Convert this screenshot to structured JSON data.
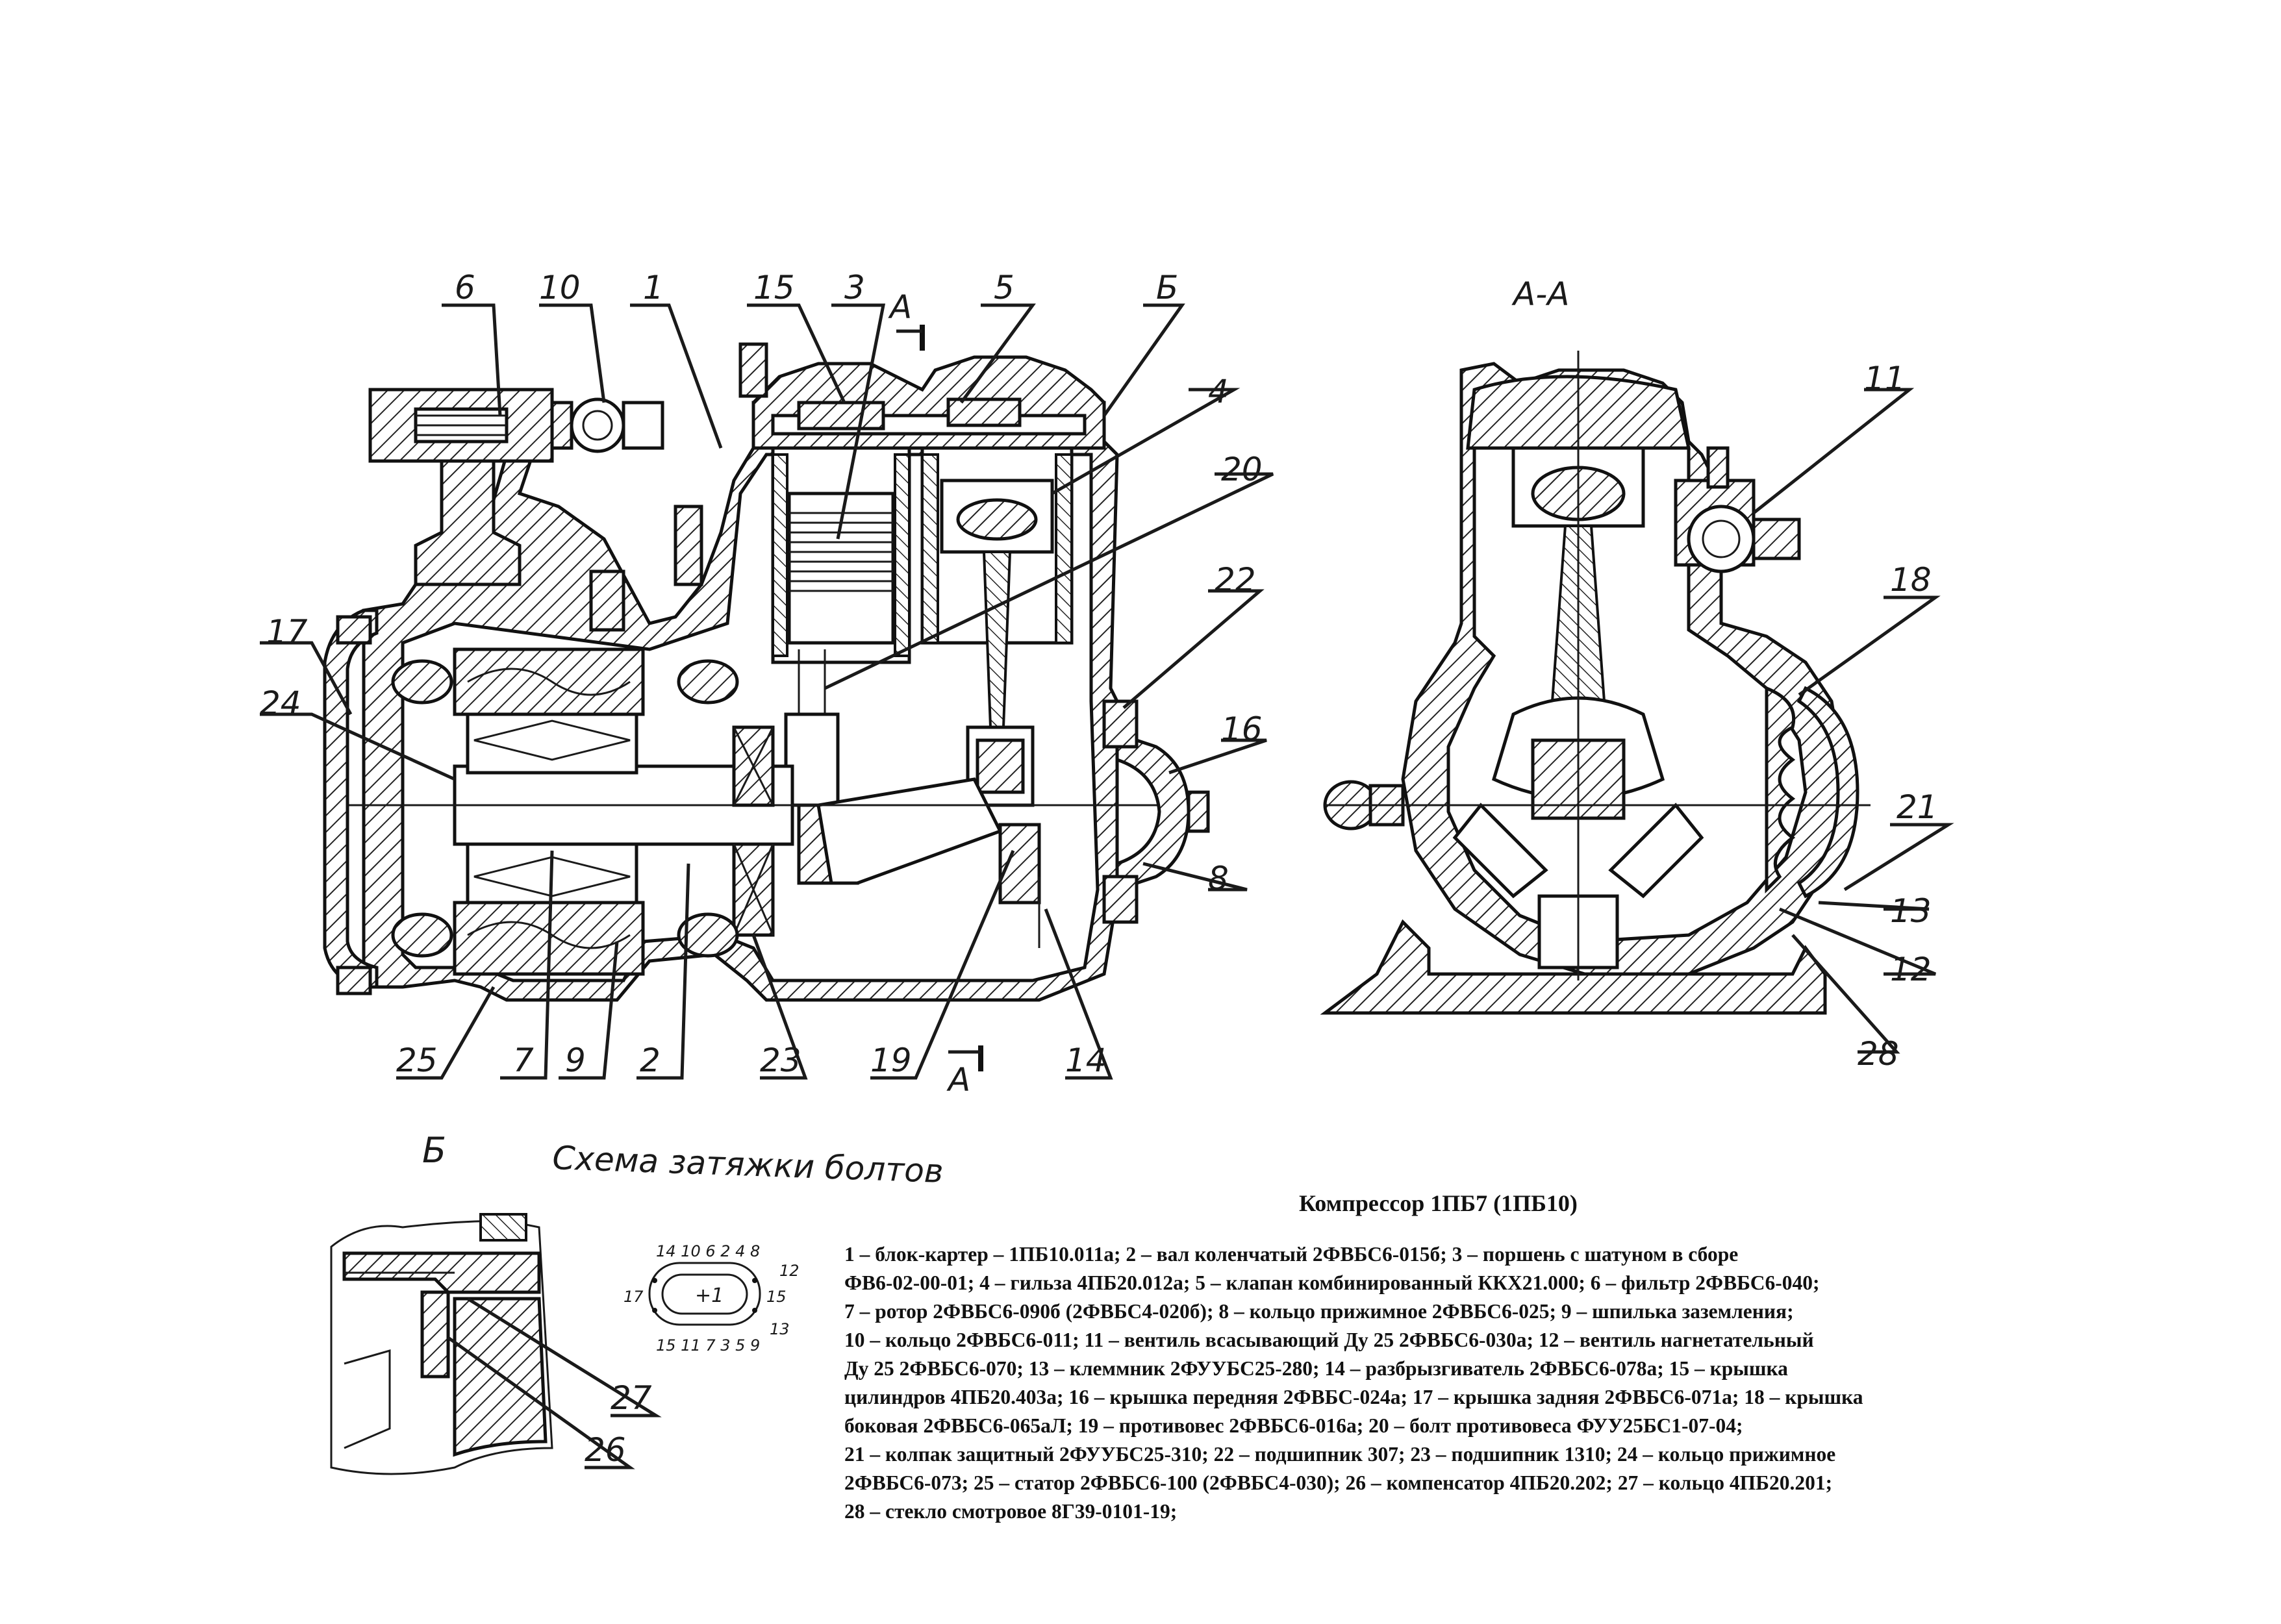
{
  "title": "Компрессор 1ПБ7   (1ПБ10)",
  "section_label": "А-А",
  "section_mark": "А",
  "detail_label": "Б",
  "detail_title": "Схема затяжки болтов",
  "bolt_scheme": {
    "top": "14  10 6 2  4  8",
    "top_right": "12",
    "left": "17",
    "center": "+1",
    "right": "15",
    "bottom": "15 11 7 3 5 9",
    "bottom_right": "13"
  },
  "callouts": {
    "c1": "1",
    "c2": "2",
    "c3": "3",
    "c4": "4",
    "c5": "5",
    "c6": "6",
    "c7": "7",
    "c8": "8",
    "c9": "9",
    "c10": "10",
    "c11": "11",
    "c12": "12",
    "c13": "13",
    "c14": "14",
    "c15": "15",
    "c16": "16",
    "c17": "17",
    "c18": "18",
    "c19": "19",
    "c20": "20",
    "c21": "21",
    "c22": "22",
    "c23": "23",
    "c24": "24",
    "c25": "25",
    "c26": "26",
    "c27": "27",
    "c28": "28"
  },
  "legend_lines": [
    "1 – блок-картер – 1ПБ10.011а;  2 – вал коленчатый 2ФВБС6-015б;  3 – поршень с шатуном в сборе",
    "  ФВ6-02-00-01;  4 – гильза 4ПБ20.012а;  5 – клапан комбинированный ККХ21.000;  6 – фильтр 2ФВБС6-040;",
    "  7 – ротор 2ФВБС6-090б (2ФВБС4-020б);  8 – кольцо прижимное 2ФВБС6-025;  9 – шпилька заземления;",
    " 10 – кольцо 2ФВБС6-011;  11 – вентиль всасывающий Ду 25 2ФВБС6-030а;  12 – вентиль нагнетательный",
    "  Ду 25  2ФВБС6-070;  13 – клеммник 2ФУУБС25-280;  14 – разбрызгиватель 2ФВБС6-078а;  15 – крышка",
    "цилиндров 4ПБ20.403а;  16 – крышка передняя 2ФВБС-024а;  17 – крышка задняя 2ФВБС6-071а;  18 – крышка",
    "боковая 2ФВБС6-065аЛ;  19 – противовес 2ФВБС6-016а;  20 – болт противовеса ФУУ25БС1-07-04;",
    "21 – колпак защитный 2ФУУБС25-310;  22 – подшипник 307;  23 – подшипник 1310;  24 – кольцо прижимное",
    "2ФВБС6-073;  25 – статор 2ФВБС6-100 (2ФВБС4-030);  26 – компенсатор 4ПБ20.202;  27 – кольцо 4ПБ20.201;",
    "28 – стекло смотровое 8Г39-0101-19;"
  ]
}
